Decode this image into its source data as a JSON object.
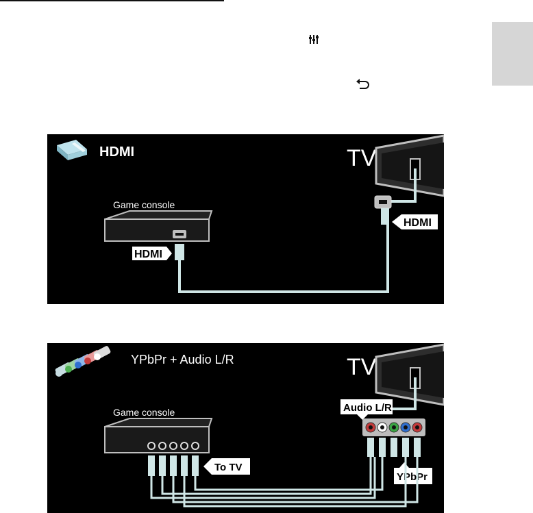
{
  "page": {
    "icons": [
      "settings-adjust-icon",
      "back-arrow-icon"
    ]
  },
  "diagram_hdmi": {
    "title": "HDMI",
    "tv_label": "TV",
    "device_label": "Game console",
    "cable_label_device": "HDMI",
    "cable_label_tv": "HDMI"
  },
  "diagram_ypbpr": {
    "title": "YPbPr + Audio L/R",
    "tv_label": "TV",
    "device_label": "Game console",
    "to_tv_label": "To TV",
    "audio_label": "Audio L/R",
    "ypbpr_label": "YPbPr"
  },
  "colors": {
    "panel_background": "#000000",
    "cable": "#cfe6e6",
    "side_tab": "#d6d6d6"
  }
}
